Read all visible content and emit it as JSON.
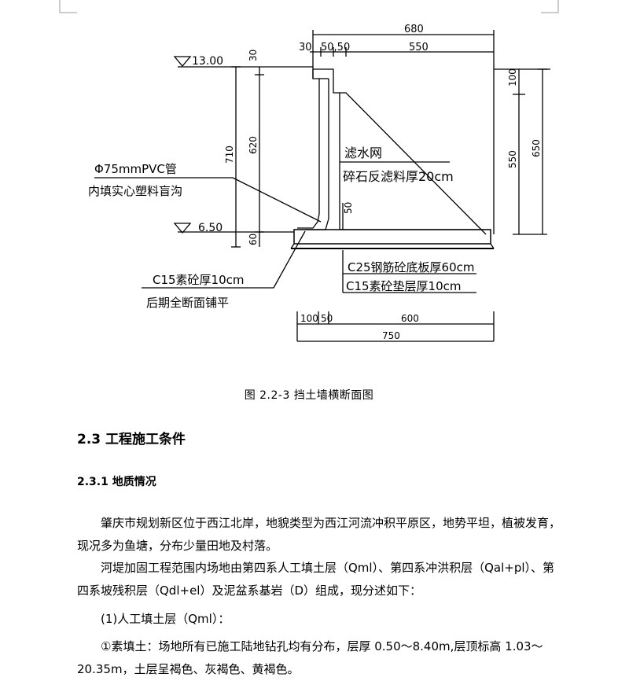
{
  "figure": {
    "dims": {
      "top_total": "680",
      "top_30": "30",
      "top_50_50": "50,50",
      "top_550": "550",
      "left_30": "30",
      "left_620": "620",
      "left_710": "710",
      "left_60": "60",
      "right_100": "100",
      "right_550": "550",
      "right_650": "650",
      "mid_50": "50",
      "bottom_100": "100",
      "bottom_50": "50",
      "bottom_600": "600",
      "bottom_total": "750"
    },
    "levels": {
      "top": "13.00",
      "bottom": "6.50"
    },
    "labels": {
      "pvc_line1": "Φ75mmPVC管",
      "pvc_line2": "内填实心塑料盲沟",
      "filter_line1": "滤水网",
      "filter_line2": "碎石反滤料厚20cm",
      "c25": "C25钢筋砼底板厚60cm",
      "c15_right": "C15素砼垫层厚10cm",
      "c15_left_line1": "C15素砼厚10cm",
      "c15_left_line2": "后期全断面铺平"
    }
  },
  "caption": "图 2.2-3 挡土墙横断面图",
  "section_heading": "2.3  工程施工条件",
  "subsection_heading": "2.3.1  地质情况",
  "paragraphs": {
    "p1": "肇庆市规划新区位于西江北岸，地貌类型为西江河流冲积平原区，地势平坦，植被发育，现况多为鱼塘，分布少量田地及村落。",
    "p2": "河堤加固工程范围内场地由第四系人工填土层（Qml）、第四系冲洪积层（Qal+pl）、第四系坡残积层（Qdl+el）及泥盆系基岩（D）组成，现分述如下：",
    "p3": "(1)人工填土层（Qml）：",
    "p4": "①素填土：场地所有已施工陆地钻孔均有分布，层厚 0.50～8.40m,层顶标高 1.03～20.35m，土层呈褐色、灰褐色、黄褐色。"
  }
}
